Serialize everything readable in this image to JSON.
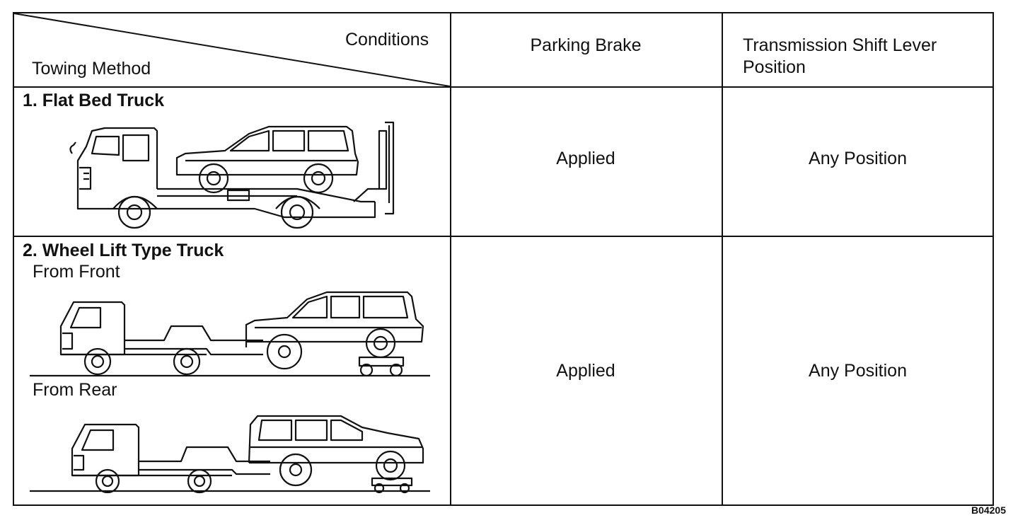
{
  "header": {
    "conditions": "Conditions",
    "towing_method": "Towing Method",
    "parking_brake": "Parking Brake",
    "transmission_line1": "Transmission Shift Lever",
    "transmission_line2": "Position"
  },
  "rows": [
    {
      "title": "1. Flat Bed Truck",
      "parking_brake": "Applied",
      "transmission": "Any Position"
    },
    {
      "title": "2. Wheel Lift Type Truck",
      "sub1": "From Front",
      "sub2": "From Rear",
      "parking_brake": "Applied",
      "transmission": "Any Position"
    }
  ],
  "figure_code": "B04205",
  "icons": [
    "flatbed-truck-illustration",
    "wheel-lift-front-illustration",
    "wheel-lift-rear-illustration"
  ]
}
